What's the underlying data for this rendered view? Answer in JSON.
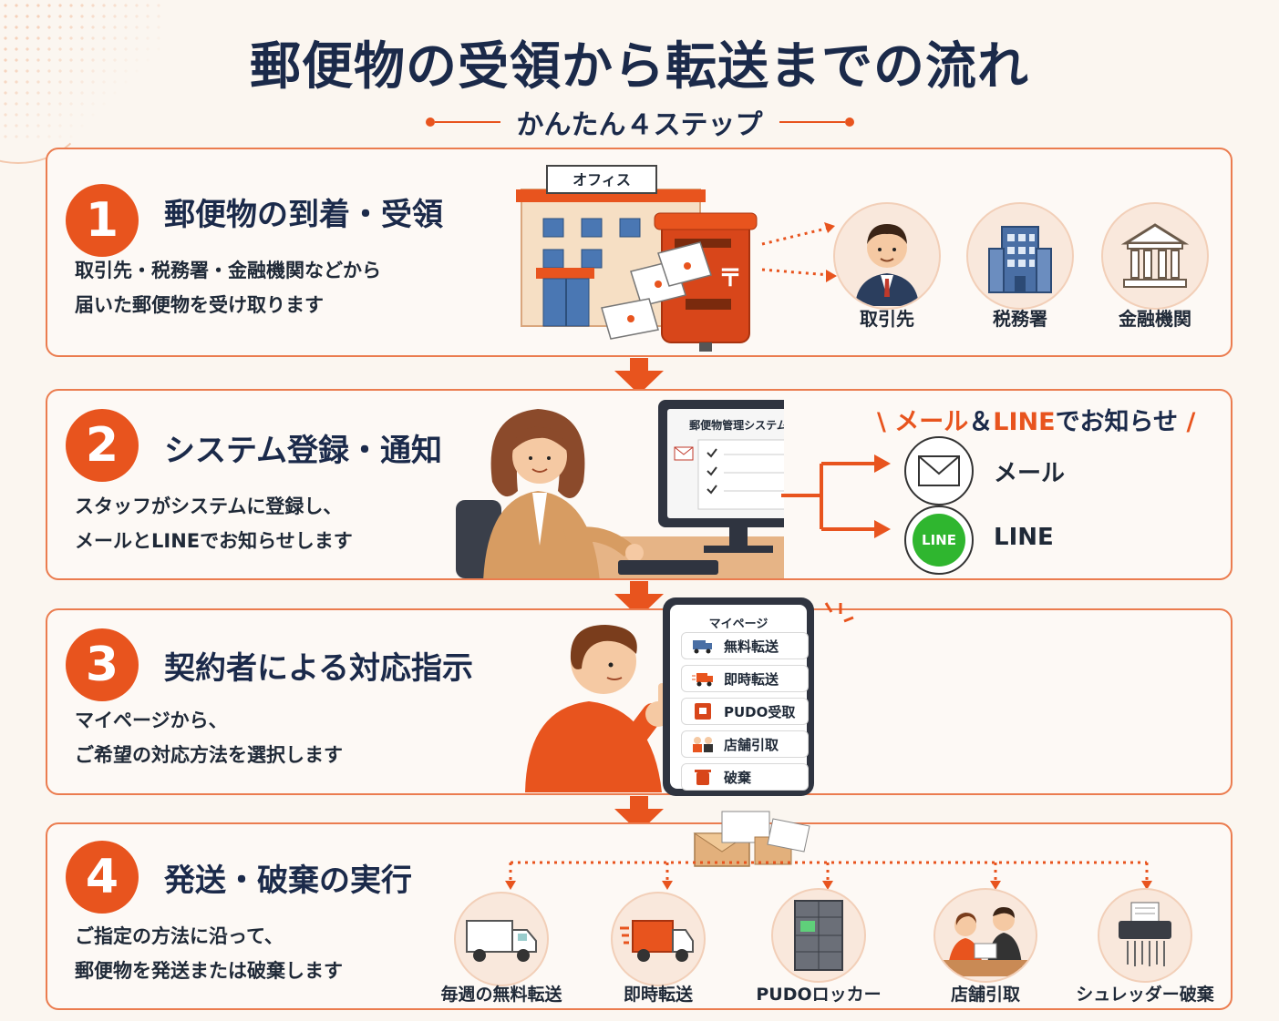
{
  "title": "郵便物の受領から転送までの流れ",
  "subtitle": "かんたん４ステップ",
  "steps": [
    {
      "number": "1",
      "title": "郵便物の到着・受領",
      "desc": [
        "取引先・税務署・金融機関などから",
        "届いた郵便物を受け取ります"
      ],
      "office_sign": "オフィス",
      "senders": [
        "取引先",
        "税務署",
        "金融機関"
      ]
    },
    {
      "number": "2",
      "title": "システム登録・通知",
      "desc": [
        "スタッフがシステムに登録し、",
        "メールとLINEでお知らせします"
      ],
      "screen_title": "郵便物管理システム",
      "notify": {
        "pre": "メール",
        "amp": "＆",
        "line": "LINE",
        "post": "でお知らせ"
      },
      "channels": [
        "メール",
        "LINE"
      ],
      "line_badge": "LINE"
    },
    {
      "number": "3",
      "title": "契約者による対応指示",
      "desc": [
        "マイページから、",
        "ご希望の対応方法を選択します"
      ],
      "mypage": {
        "title": "マイページ",
        "options": [
          "無料転送",
          "即時転送",
          "PUDO受取",
          "店舗引取",
          "破棄"
        ]
      }
    },
    {
      "number": "4",
      "title": "発送・破棄の実行",
      "desc": [
        "ご指定の方法に沿って、",
        "郵便物を発送または破棄します"
      ],
      "methods": [
        "毎週の無料転送",
        "即時転送",
        "PUDOロッカー",
        "店舗引取",
        "シュレッダー破棄"
      ]
    }
  ],
  "colors": {
    "accent": "#e8541e",
    "navy": "#1b2a4a",
    "card_border": "#eb7c4f",
    "bg": "#fbf6f0"
  }
}
